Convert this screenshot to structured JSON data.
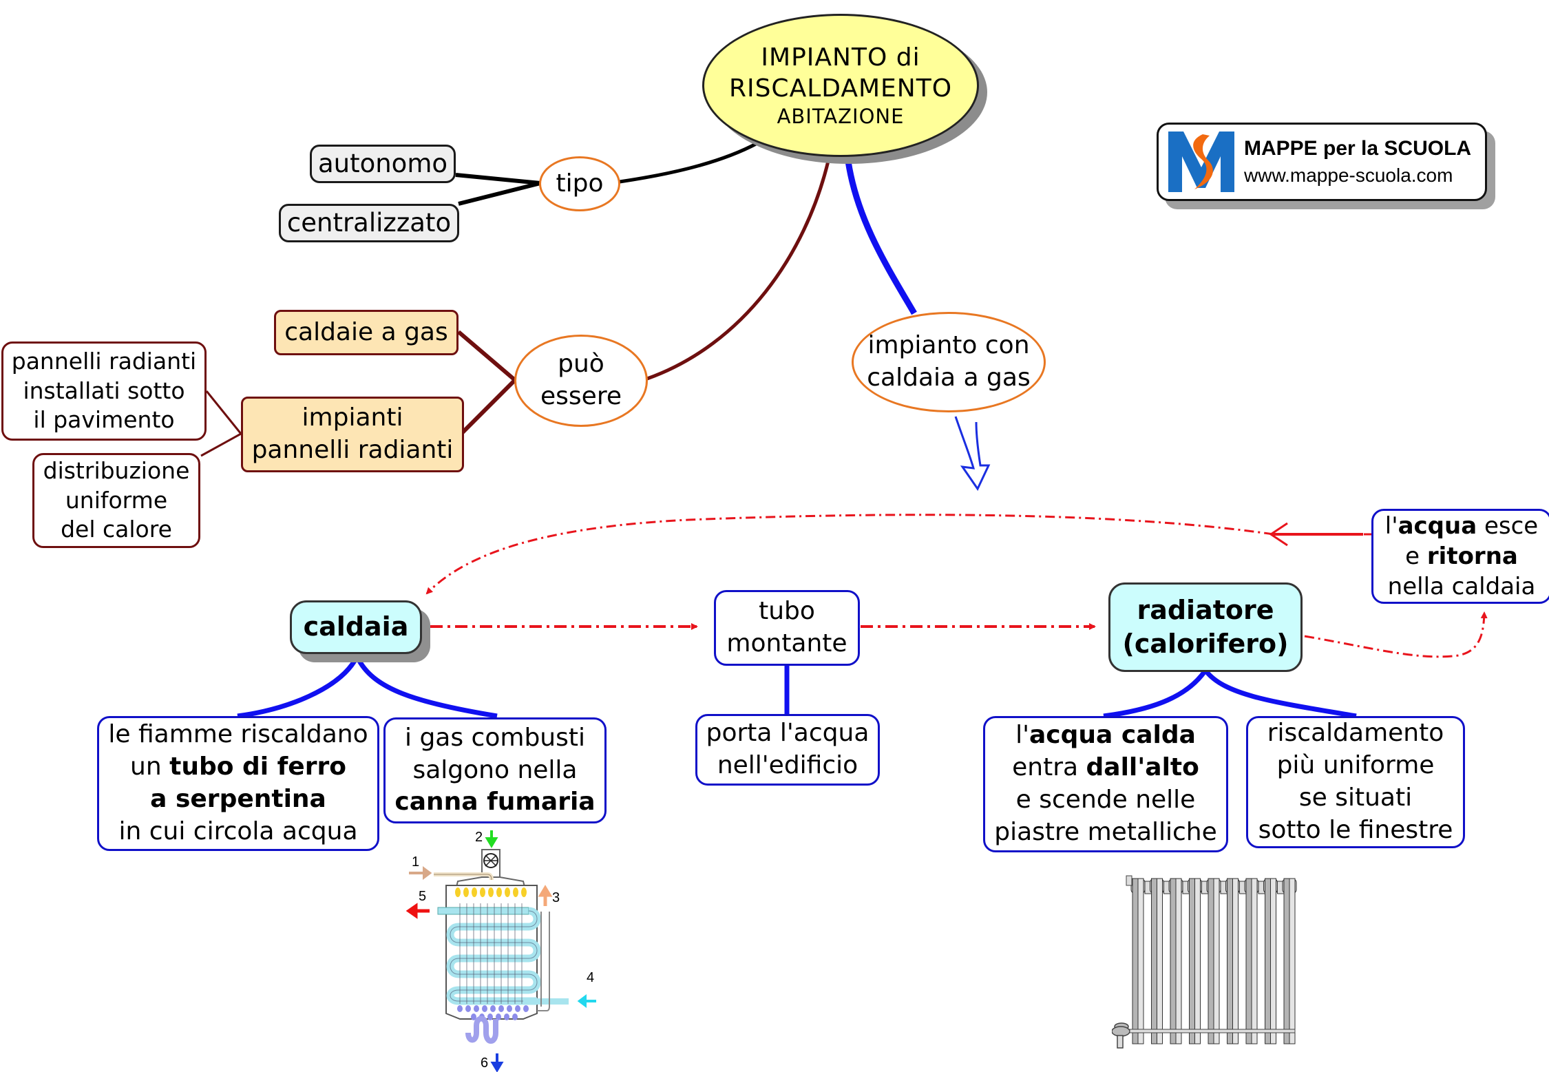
{
  "title": {
    "line1": "IMPIANTO di",
    "line2": "RISCALDAMENTO",
    "line3": "ABITAZIONE"
  },
  "logo": {
    "title": "MAPPE per la SCUOLA",
    "url": "www.mappe-scuola.com",
    "colors": {
      "blue": "#1a6fc4",
      "orange": "#f26a10"
    }
  },
  "tipo_branch": {
    "connector": "tipo",
    "items": [
      "autonomo",
      "centralizzato"
    ]
  },
  "puo_essere_branch": {
    "connector_line1": "può",
    "connector_line2": "essere",
    "items": [
      {
        "label": "caldaie a gas"
      },
      {
        "label_line1": "impianti",
        "label_line2": "pannelli radianti"
      }
    ],
    "details": [
      {
        "line1": "pannelli radianti",
        "line2": "installati sotto",
        "line3": "il pavimento"
      },
      {
        "line1": "distribuzione",
        "line2": "uniforme",
        "line3": "del calore"
      }
    ]
  },
  "impianto_branch": {
    "line1": "impianto con",
    "line2": "caldaia a gas"
  },
  "flow": {
    "caldaia": "caldaia",
    "tubo_montante": {
      "line1": "tubo",
      "line2": "montante"
    },
    "radiatore": {
      "line1": "radiatore",
      "line2": "(calorifero)"
    },
    "ritorno": {
      "l1_pre": "l'",
      "l1_bold": "acqua",
      "l1_post": " esce",
      "l2_pre": "e ",
      "l2_bold": "ritorna",
      "l3": "nella caldaia"
    }
  },
  "caldaia_details": [
    {
      "line1": "le fiamme riscaldano",
      "line2_pre": "un ",
      "line2_bold": "tubo di ferro",
      "line3_bold": "a serpentina",
      "line4": "in cui circola acqua"
    },
    {
      "line1": "i gas combusti",
      "line2": "salgono nella",
      "line3_bold": "canna fumaria"
    }
  ],
  "tubo_detail": {
    "line1": "porta l'acqua",
    "line2": "nell'edificio"
  },
  "radiatore_details": [
    {
      "l1_pre": "l'",
      "l1_bold": "acqua calda",
      "l2_pre": "entra ",
      "l2_bold": "dall'alto",
      "l3": "e scende nelle",
      "l4": "piastre metalliche"
    },
    {
      "l1": "riscaldamento",
      "l2": "più uniforme",
      "l3": "se situati",
      "l4": "sotto le finestre"
    }
  ],
  "boiler_illustration": {
    "labels": [
      "1",
      "2",
      "3",
      "4",
      "5",
      "6"
    ]
  },
  "colors": {
    "black_link": "#000000",
    "maroon_link": "#6e0f0f",
    "blue_link": "#1010f0",
    "red_flow": "#e8141c",
    "oval_border": "#e87722"
  }
}
